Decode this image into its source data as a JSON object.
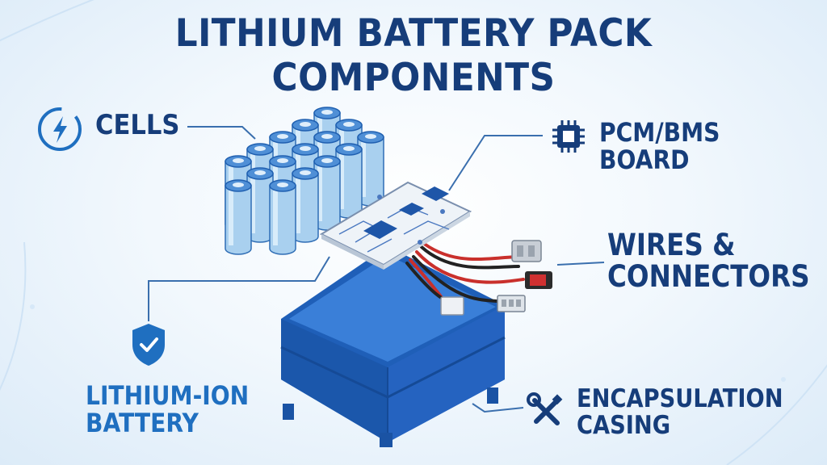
{
  "title": "LITHIUM BATTERY PACK COMPONENTS",
  "labels": {
    "cells": "CELLS",
    "pcm_bms": [
      "PCM/BMS",
      "BOARD"
    ],
    "wires": [
      "WIRES &",
      "CONNECTORS"
    ],
    "battery": [
      "LITHIUM-ION",
      "BATTERY"
    ],
    "casing": [
      "ENCAPSULATION",
      "CASING"
    ]
  },
  "icons": {
    "cells": "lightning-bolt-icon",
    "pcm_bms": "microchip-icon",
    "battery": "shield-check-icon",
    "casing": "wrench-screwdriver-icon"
  },
  "colors": {
    "title": "#163d7a",
    "accent": "#1f6fc0",
    "casing": "#2a6fd0",
    "cell_body": "#a9d0ef",
    "board": "#eef3f8",
    "connector_red": "#d03030"
  }
}
